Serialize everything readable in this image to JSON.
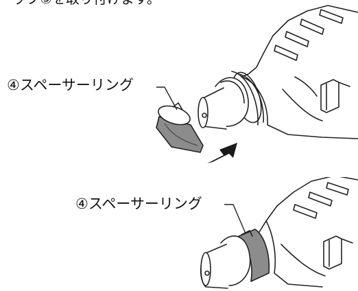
{
  "header": {
    "cut_text": "ップ③を取り付けます。"
  },
  "labels": {
    "spacer_ring_top": "④スペーサーリング",
    "spacer_ring_bottom": "④スペーサーリング"
  },
  "colors": {
    "line": "#222222",
    "ring_gray": "#8c8c8c",
    "arrow": "#1a1a1a",
    "background": "#ffffff"
  },
  "icons": {
    "direction": "arrow-icon"
  }
}
